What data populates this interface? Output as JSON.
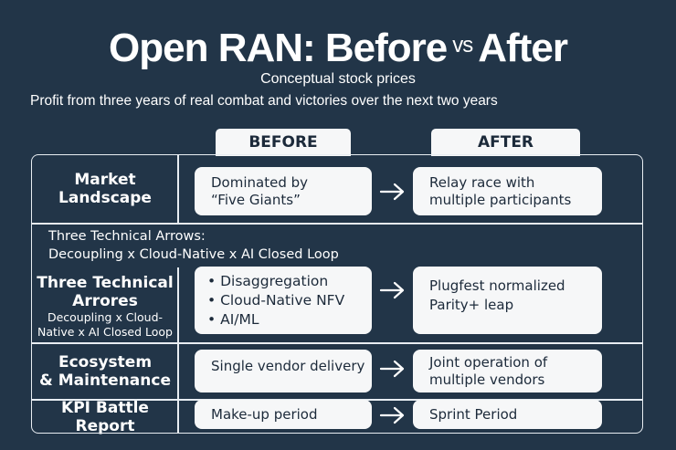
{
  "header": {
    "title_left": "Open RAN: Before",
    "title_vs": "vs",
    "title_right": "After",
    "subtitle": "Conceptual stock prices",
    "tagline": "Profit from three years of real combat and victories over the next two years"
  },
  "columns": {
    "before": "BEFORE",
    "after": "AFTER"
  },
  "spanning_note": {
    "line1": "Three Technical Arrows:",
    "line2": "Decoupling x Cloud-Native x AI Closed Loop"
  },
  "rows": [
    {
      "label_lines": [
        "Market",
        "Landscape"
      ],
      "before_lines": [
        "Dominated by",
        "“Five Giants”"
      ],
      "after_lines": [
        "Relay race with",
        "multiple participants"
      ]
    },
    {
      "label_lines": [
        "Three Technical",
        "Arrores"
      ],
      "label_sub_lines": [
        "Decoupling x Cloud-",
        "Native x AI Closed Loop"
      ],
      "before_bullets": [
        "Disaggregation",
        "Cloud-Native NFV",
        "AI/ML"
      ],
      "after_lines": [
        "Plugfest normalized",
        "Parity+ leap"
      ]
    },
    {
      "label_lines": [
        "Ecosystem",
        "& Maintenance"
      ],
      "before_lines": [
        "Single vendor delivery"
      ],
      "after_lines": [
        "Joint operation of",
        "multiple vendors"
      ]
    },
    {
      "label_lines": [
        "KPI Battle Report"
      ],
      "before_lines": [
        "Make-up period"
      ],
      "after_lines": [
        "Sprint Period"
      ]
    }
  ],
  "icons": {
    "arrow": "arrow-right-icon",
    "bullet": "•"
  },
  "colors": {
    "background": "#223548",
    "card": "#f6f7f8",
    "card_text": "#1c2a3a",
    "line": "#e8edf2"
  }
}
